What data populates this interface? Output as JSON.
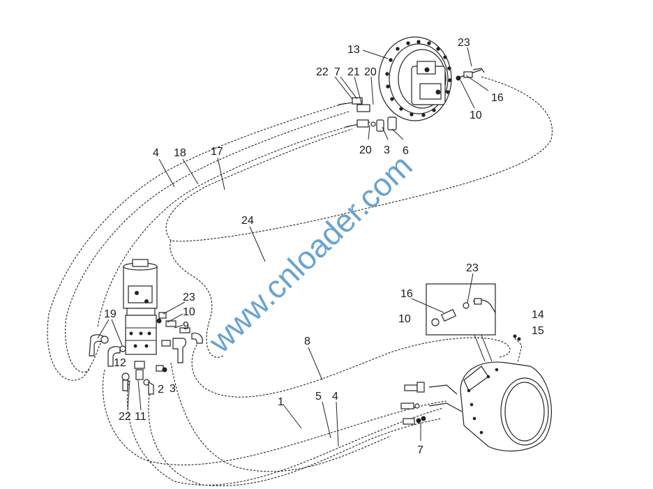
{
  "watermark": "www.cnloader.com",
  "callouts": {
    "c13": "13",
    "c23_top": "23",
    "c22_top": "22",
    "c7_top": "7",
    "c21": "21",
    "c20_top": "20",
    "c16_top": "16",
    "c10_top": "10",
    "c20_mid": "20",
    "c3_top": "3",
    "c6": "6",
    "c4_top": "4",
    "c18": "18",
    "c17": "17",
    "c24": "24",
    "c23_mid": "23",
    "c10_mid": "10",
    "c9": "9",
    "c19": "19",
    "c12": "12",
    "c2": "2",
    "c3_bot": "3",
    "c22_bot": "22",
    "c11": "11",
    "c8": "8",
    "c1": "1",
    "c5": "5",
    "c4_bot": "4",
    "c7_bot": "7",
    "c23_box": "23",
    "c16_box": "16",
    "c10_box": "10",
    "c14": "14",
    "c15": "15"
  }
}
